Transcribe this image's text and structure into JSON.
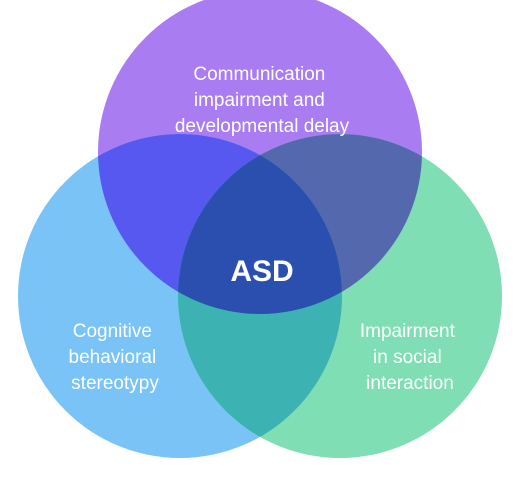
{
  "diagram": {
    "center_label": "ASD",
    "sets": [
      {
        "id": "communication",
        "label_lines": [
          "Communication",
          "impairment and",
          "developmental delay"
        ],
        "color": "#a97cf2"
      },
      {
        "id": "cognitive",
        "label_lines": [
          "Cognitive",
          "behavioral",
          "stereotypy"
        ],
        "color": "#7ac3f6"
      },
      {
        "id": "social",
        "label_lines": [
          "Impairment",
          "in social",
          "interaction"
        ],
        "color": "#7fdeb4"
      }
    ],
    "overlap_colors": {
      "communication_cognitive": "#5658ef",
      "communication_social": "#5468ad",
      "cognitive_social": "#3cb3b2",
      "all_three": "#2b4fae"
    }
  }
}
